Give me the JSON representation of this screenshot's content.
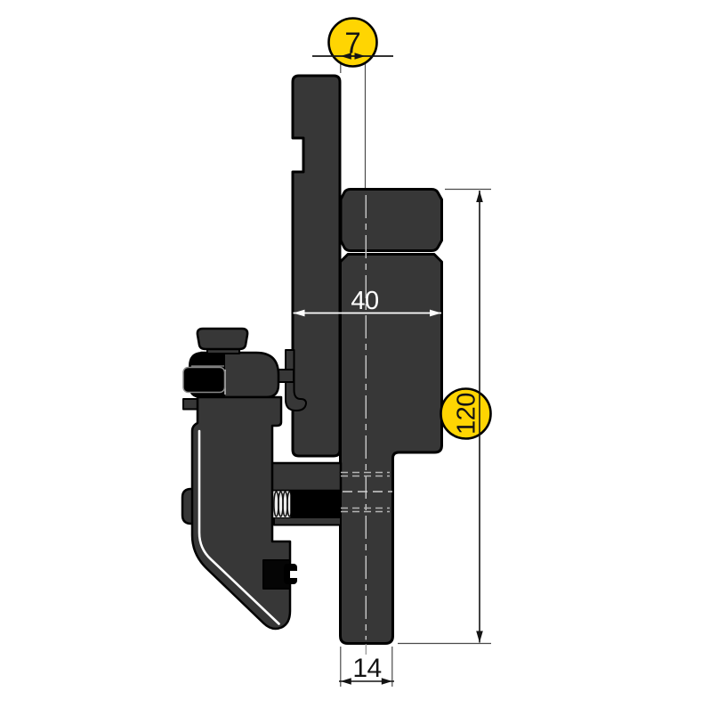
{
  "drawing": {
    "colors": {
      "background": "#ffffff",
      "body": "#373737",
      "accent_black": "#000000",
      "balloon_fill": "#ffd502",
      "balloon_stroke": "#000000",
      "dim_dark": "#141414",
      "dim_light": "#ffffff",
      "ext_line": "#4a4a4a",
      "hidden_line": "#b5b5b5",
      "centerline": "#c9c9c9"
    },
    "dimensions": {
      "pin_offset": {
        "label": "7",
        "style": "balloon"
      },
      "body_width": {
        "label": "40",
        "style": "plain"
      },
      "overall_height": {
        "label": "120",
        "style": "balloon"
      },
      "blade_thickness": {
        "label": "14",
        "style": "plain"
      }
    }
  }
}
